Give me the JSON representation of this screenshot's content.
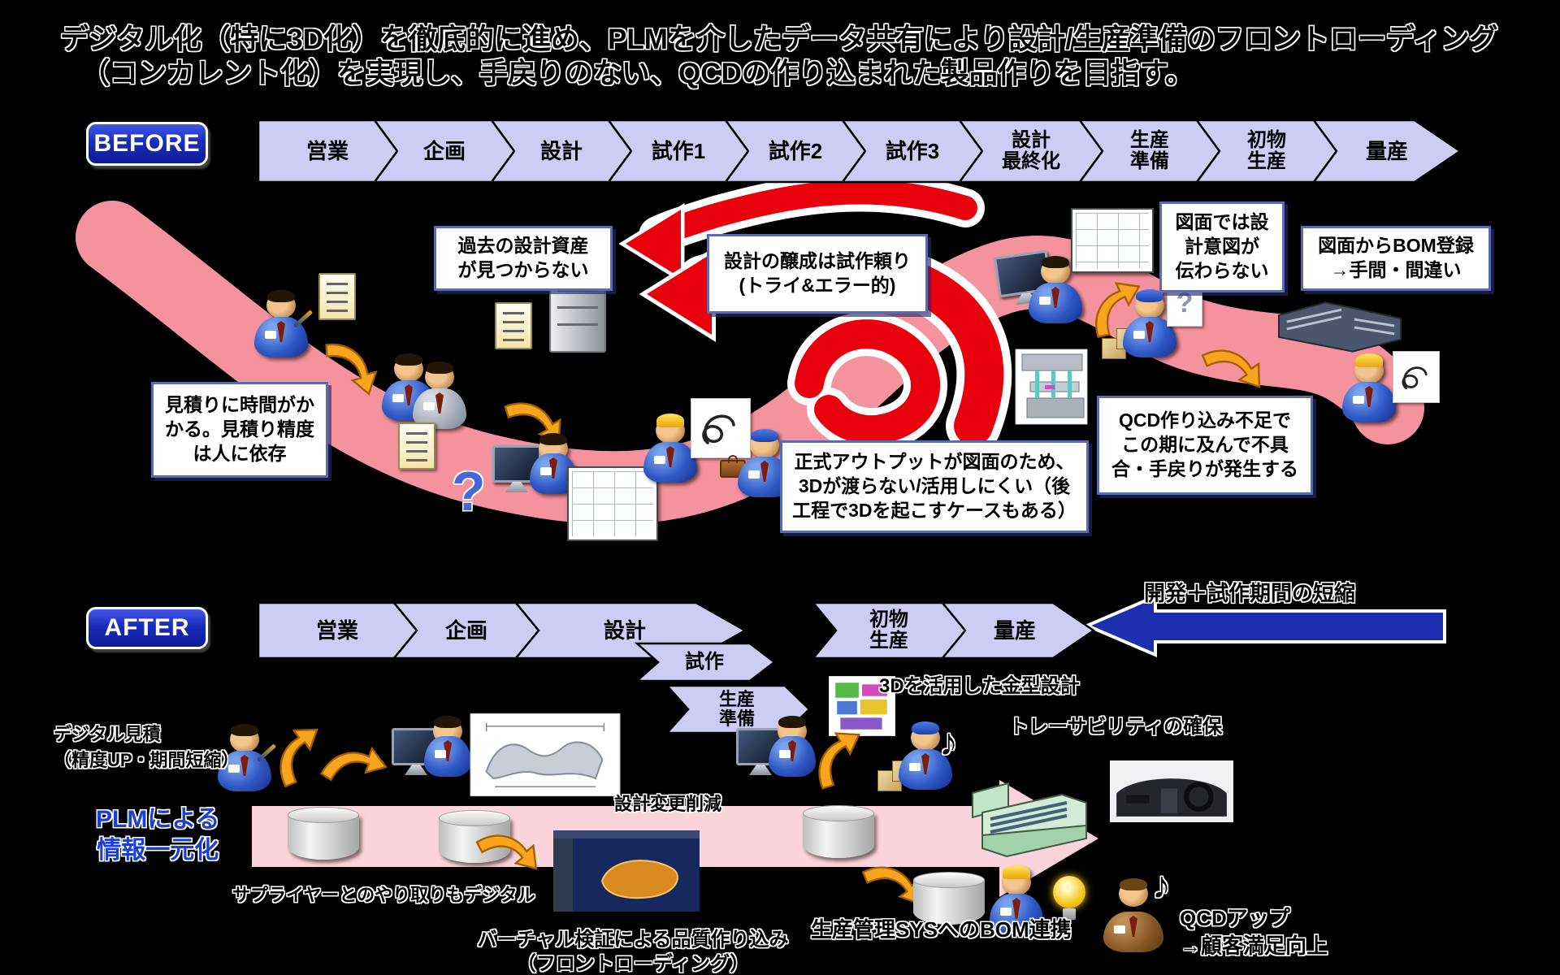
{
  "title": {
    "line1": "デジタル化（特に3D化）を徹底的に進め、PLMを介したデータ共有により設計/生産準備のフロントローディング",
    "line2": "（コンカレント化）を実現し、手戻りのない、QCDの作り込まれた製品作りを目指す。"
  },
  "before": {
    "badge": "BEFORE",
    "phases": [
      "営業",
      "企画",
      "設計",
      "試作1",
      "試作2",
      "試作3",
      "設計\n最終化",
      "生産\n準備",
      "初物\n生産",
      "量産"
    ],
    "callouts": {
      "past_assets": "過去の設計資産\nが見つからない",
      "design_by_trial": "設計の醸成は試作頼り\n(トライ&エラー的)",
      "estimate": "見積りに時間がか\nかる。見積り精度\nは人に依存",
      "official_output": "正式アウトプットが図面のため、\n3Dが渡らない/活用しにくい（後\n工程で3Dを起こすケースもある）",
      "drawing_intent": "図面では設\n計意図が\n伝わらない",
      "bom_register": "図面からBOM登録\n→手間・間違い",
      "qcd_shortfall": "QCD作り込み不足で\nこの期に及んで不具\n合・手戻りが発生する"
    }
  },
  "after": {
    "badge": "AFTER",
    "phases_main": [
      "営業",
      "企画",
      "設計"
    ],
    "phase_trial": "試作",
    "phase_preparation": "生産\n準備",
    "phases_right": [
      "初物\n生産",
      "量産"
    ],
    "arrow_label": "開発＋試作期間の短縮",
    "plm_label": "PLMによる\n情報一元化",
    "notes": {
      "digital_estimate": "デジタル見積\n（精度UP・期間短縮）",
      "supplier": "サプライヤーとのやり取りもデジタル",
      "design_change": "設計変更削減",
      "mold_3d": "3Dを活用した金型設計",
      "traceability": "トレーサビリティの確保",
      "virtual_validation": "バーチャル検証による品質作り込み\n（フロントローディング）",
      "bom_link": "生産管理SYSへのBOM連携",
      "qcd_up": "QCDアップ\n→顧客満足向上"
    }
  },
  "icons": {
    "question_mark": "?",
    "music_note": "♪"
  },
  "colors": {
    "background": "#000000",
    "chevron_fill": "#ccccf5",
    "badge_blue": "#1f2fbb",
    "callout_border": "#5a6ab4",
    "ribbon_pink_before": "#f4929d",
    "ribbon_pink_after": "#fbd3da",
    "arrow_red": "#e8000d",
    "arrow_blue": "#1c2fae",
    "arrow_orange": "#f7a41f",
    "plm_text": "#1b3fd4"
  }
}
